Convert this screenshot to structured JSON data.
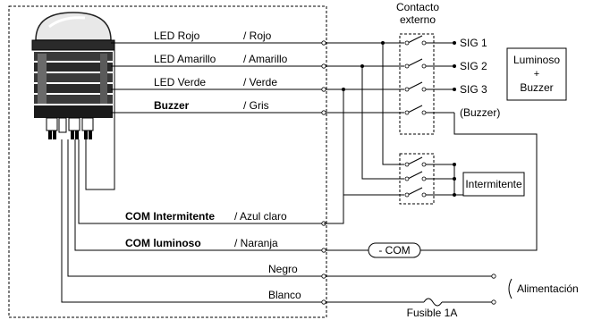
{
  "wires": {
    "red": {
      "led": "LED Rojo",
      "color": "/ Rojo"
    },
    "amber": {
      "led": "LED Amarillo",
      "color": "/ Amarillo"
    },
    "green": {
      "led": "LED Verde",
      "color": "/ Verde"
    },
    "buzzer": {
      "led": "Buzzer",
      "color": "/ Gris"
    },
    "com_flash": {
      "label": "COM  Intermitente",
      "color": "/ Azul claro"
    },
    "com_light": {
      "label": "COM  luminoso",
      "color": "/ Naranja"
    },
    "black": "Negro",
    "white": "Blanco"
  },
  "external_contact": [
    "Contacto",
    "externo"
  ],
  "signals": [
    "SIG 1",
    "SIG 2",
    "SIG 3",
    "(Buzzer)"
  ],
  "box_light_buzzer": [
    "Luminoso",
    "+",
    "Buzzer"
  ],
  "box_flash": "Intermitente",
  "com_pill": "- COM",
  "power": "Alimentación",
  "fuse": "Fusible 1A"
}
